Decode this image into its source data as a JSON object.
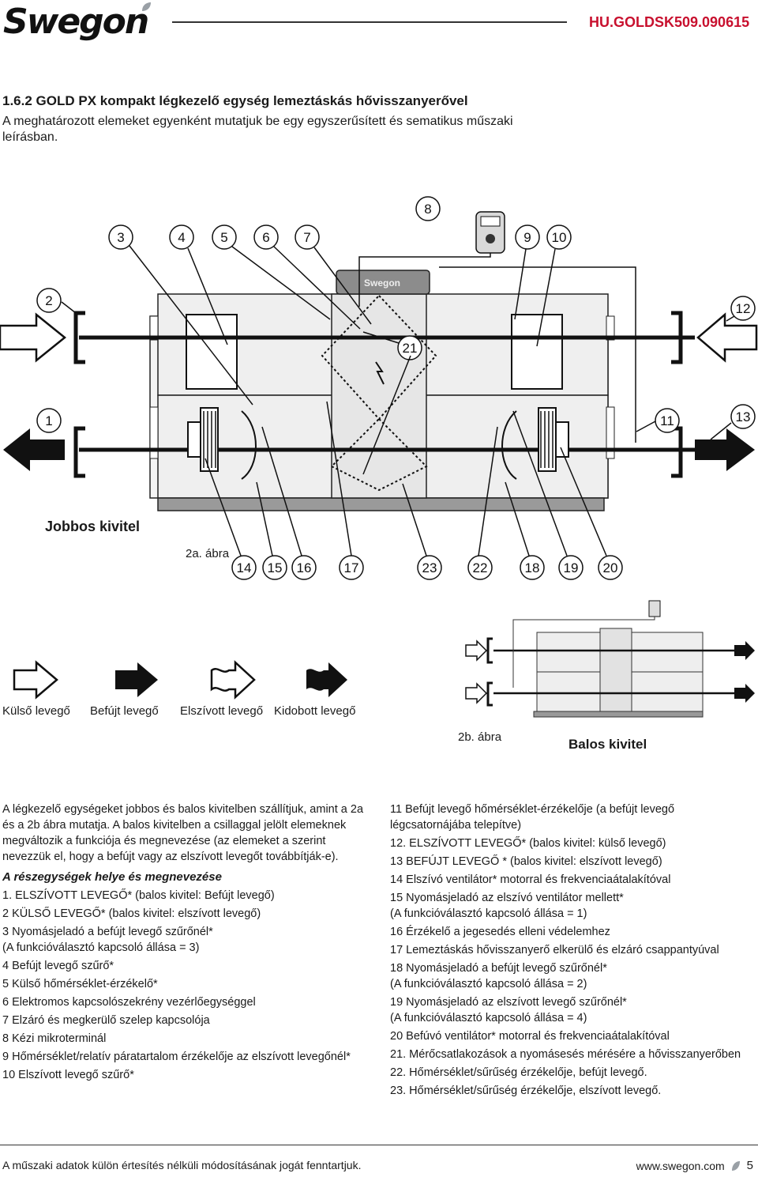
{
  "header": {
    "brand": "Swegon",
    "doc_code": "HU.GOLDSK509.090615"
  },
  "section": {
    "title": "1.6.2 GOLD PX kompakt légkezelő egység lemeztáskás hővisszanyerővel",
    "intro": "A meghatározott elemeket egyenként mutatjuk be egy egyszerűsített és sematikus műszaki leírásban."
  },
  "figure_a": {
    "unit_brand": "Swegon",
    "callouts": [
      "1",
      "2",
      "3",
      "4",
      "5",
      "6",
      "7",
      "8",
      "9",
      "10",
      "11",
      "12",
      "13",
      "14",
      "15",
      "16",
      "17",
      "18",
      "19",
      "20",
      "21",
      "22",
      "23"
    ],
    "variant_label": "Jobbos kivitel",
    "fig_label": "2a. ábra"
  },
  "legend": {
    "items": [
      {
        "label": "Külső levegő",
        "icon": "outdoor-air-arrow-icon"
      },
      {
        "label": "Befújt levegő",
        "icon": "supply-air-arrow-icon"
      },
      {
        "label": "Elszívott levegő",
        "icon": "extract-air-arrow-icon"
      },
      {
        "label": "Kidobott levegő",
        "icon": "exhaust-air-arrow-icon"
      }
    ]
  },
  "figure_b": {
    "fig_label": "2b. ábra",
    "variant_label": "Balos kivitel"
  },
  "text": {
    "left_intro": "A légkezelő egységeket jobbos és balos kivitelben szállítjuk, amint a 2a és a 2b ábra mutatja. A balos kivitelben a csillaggal jelölt elemeknek megváltozik a funkciója és megnevezése (az elemeket a szerint nevezzük el, hogy a befújt vagy az elszívott levegőt továbbítják-e).",
    "parts_heading": "A részegységek helye és megnevezése",
    "left_items": [
      "1. ELSZÍVOTT LEVEGŐ* (balos kivitel: Befújt levegő)",
      "2 KÜLSŐ LEVEGŐ* (balos kivitel: elszívott levegő)",
      "3 Nyomásjeladó a befújt levegő szűrőnél*\n(A funkcióválasztó kapcsoló állása = 3)",
      "4 Befújt levegő szűrő*",
      "5 Külső hőmérséklet-érzékelő*",
      "6 Elektromos kapcsolószekrény vezérlőegységgel",
      "7 Elzáró és megkerülő szelep kapcsolója",
      "8 Kézi mikroterminál",
      "9 Hőmérséklet/relatív páratartalom érzékelője az elszívott levegőnél*",
      "10 Elszívott levegő szűrő*"
    ],
    "right_items": [
      "11 Befújt levegő hőmérséklet-érzékelője (a befújt levegő légcsatornájába telepítve)",
      "12. ELSZÍVOTT LEVEGŐ* (balos kivitel: külső levegő)",
      "13 BEFÚJT LEVEGŐ * (balos kivitel: elszívott levegő)",
      "14 Elszívó ventilátor* motorral és frekvenciaátalakítóval",
      "15 Nyomásjeladó az elszívó ventilátor mellett*\n(A funkcióválasztó kapcsoló állása = 1)",
      "16 Érzékelő a jegesedés elleni védelemhez",
      "17 Lemeztáskás hővisszanyerő elkerülő és elzáró csappantyúval",
      "18 Nyomásjeladó a befújt levegő szűrőnél*\n(A funkcióválasztó kapcsoló állása = 2)",
      "19 Nyomásjeladó az elszívott levegő szűrőnél*\n(A funkcióválasztó kapcsoló állása = 4)",
      "20 Befúvó ventilátor* motorral és frekvenciaátalakítóval",
      "21. Mérőcsatlakozások a nyomásesés mérésére a hővisszanyerőben",
      "22. Hőmérséklet/sűrűség érzékelője, befújt levegő.",
      "23. Hőmérséklet/sűrűség érzékelője, elszívott levegő."
    ]
  },
  "footer": {
    "disclaimer": "A műszaki adatok külön értesítés nélküli módosításának jogát fenntartjuk.",
    "website": "www.swegon.com",
    "page": "5"
  }
}
